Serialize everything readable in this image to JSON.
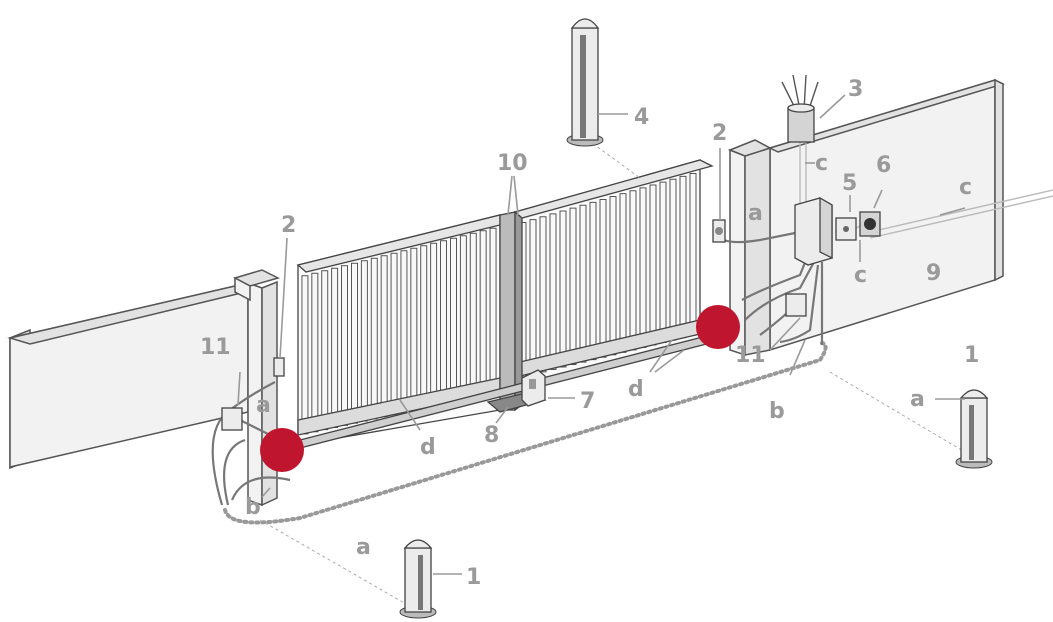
{
  "labels": [
    {
      "id": "l1a",
      "text": "1"
    },
    {
      "id": "l1b",
      "text": "1"
    },
    {
      "id": "l2a",
      "text": "2"
    },
    {
      "id": "l2b",
      "text": "2"
    },
    {
      "id": "l3",
      "text": "3"
    },
    {
      "id": "l4",
      "text": "4"
    },
    {
      "id": "l5",
      "text": "5"
    },
    {
      "id": "l6",
      "text": "6"
    },
    {
      "id": "l7",
      "text": "7"
    },
    {
      "id": "l8",
      "text": "8"
    },
    {
      "id": "l9",
      "text": "9"
    },
    {
      "id": "l10",
      "text": "10"
    },
    {
      "id": "l11a",
      "text": "11"
    },
    {
      "id": "l11b",
      "text": "11"
    },
    {
      "id": "la1",
      "text": "a"
    },
    {
      "id": "la2",
      "text": "a"
    },
    {
      "id": "la3",
      "text": "a"
    },
    {
      "id": "la4",
      "text": "a"
    },
    {
      "id": "lb1",
      "text": "b"
    },
    {
      "id": "lb2",
      "text": "b"
    },
    {
      "id": "lc1",
      "text": "c"
    },
    {
      "id": "lc2",
      "text": "c"
    },
    {
      "id": "lc3",
      "text": "c"
    },
    {
      "id": "ld1",
      "text": "d"
    },
    {
      "id": "ld2",
      "text": "d"
    }
  ],
  "colors": {
    "label": "#9a9a9a",
    "outline": "#555555",
    "marker": "#c0152e"
  },
  "icons": [
    "photocell-post-icon",
    "flashing-light-icon",
    "key-selector-icon",
    "isolator-switch-icon",
    "control-unit-icon",
    "gearmotor-icon",
    "junction-box-icon"
  ]
}
